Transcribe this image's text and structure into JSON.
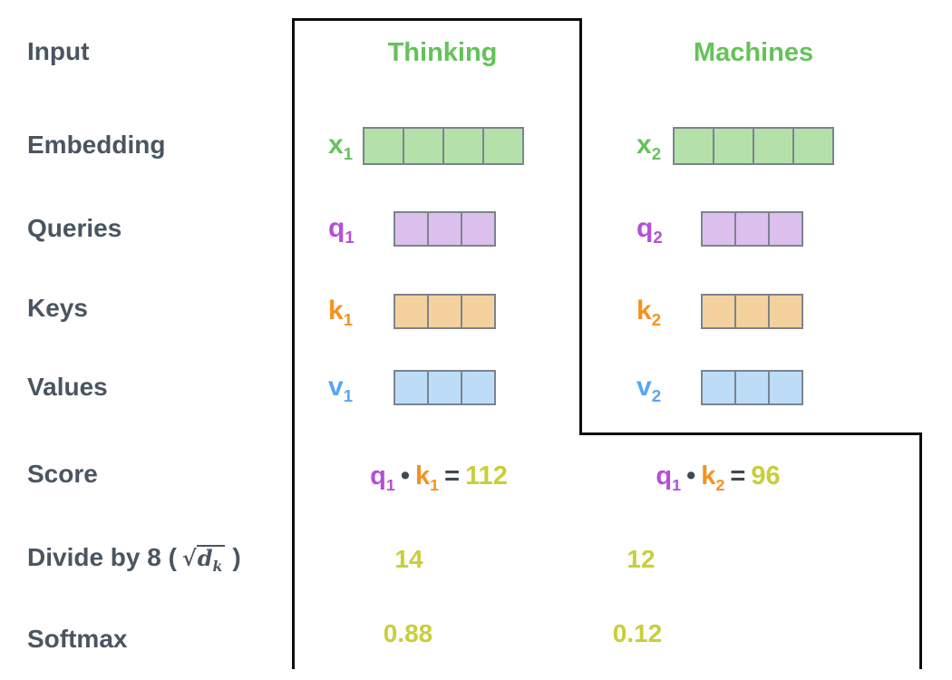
{
  "rows": {
    "input": "Input",
    "embedding": "Embedding",
    "queries": "Queries",
    "keys": "Keys",
    "values": "Values",
    "score": "Score",
    "divide": {
      "prefix": "Divide by 8 (",
      "radical": "√",
      "radicand": "d",
      "radicand_sub": "k",
      "suffix": ")"
    },
    "softmax": "Softmax"
  },
  "columns": [
    {
      "token": "Thinking",
      "embedding_label": {
        "base": "x",
        "sub": "1"
      },
      "query_label": {
        "base": "q",
        "sub": "1"
      },
      "key_label": {
        "base": "k",
        "sub": "1"
      },
      "value_label": {
        "base": "v",
        "sub": "1"
      },
      "score": {
        "q_base": "q",
        "q_sub": "1",
        "dot": "•",
        "k_base": "k",
        "k_sub": "1",
        "equals": "=",
        "result": "112"
      },
      "divided": "14",
      "softmax": "0.88"
    },
    {
      "token": "Machines",
      "embedding_label": {
        "base": "x",
        "sub": "2"
      },
      "query_label": {
        "base": "q",
        "sub": "2"
      },
      "key_label": {
        "base": "k",
        "sub": "2"
      },
      "value_label": {
        "base": "v",
        "sub": "2"
      },
      "score": {
        "q_base": "q",
        "q_sub": "1",
        "dot": "•",
        "k_base": "k",
        "k_sub": "2",
        "equals": "=",
        "result": "96"
      },
      "divided": "12",
      "softmax": "0.12"
    }
  ],
  "vector_cells": {
    "embedding": 4,
    "query": 3,
    "key": 3,
    "value": 3
  },
  "colors": {
    "label-gray": "#4a5561",
    "green": "#65c25a",
    "purple": "#b44fd8",
    "orange": "#f6921e",
    "blue": "#5aa5f2",
    "yellow": "#c9ce3b",
    "op-gray": "#3f4853",
    "green-fill": "#b3e1a9",
    "purple-fill": "#ddbfee",
    "orange-fill": "#f5d19e",
    "blue-fill": "#bddcf7",
    "cell-border": "#7b848d",
    "outline": "#0d0d0d"
  }
}
